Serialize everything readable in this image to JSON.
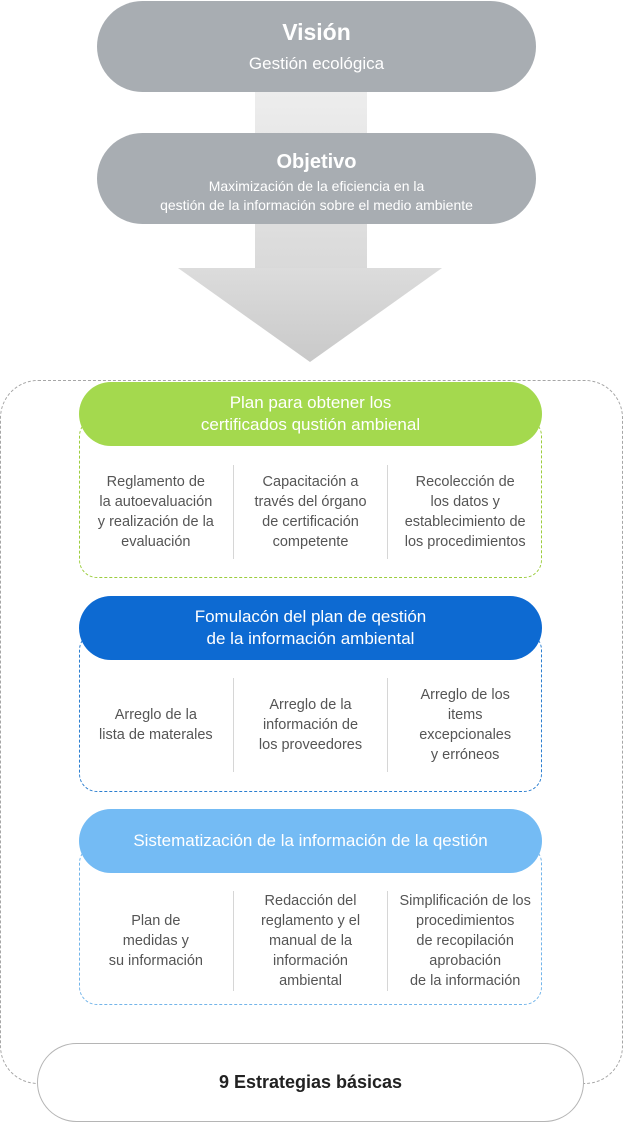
{
  "vision": {
    "title": "Visión",
    "subtitle": "Gestión ecológica"
  },
  "objective": {
    "title": "Objetivo",
    "lines": [
      "Maximización de la eficiencia en la",
      "qestión de la información sobre el medio ambiente"
    ]
  },
  "groups": [
    {
      "color": "#a4d94e",
      "title_lines": [
        "Plan para obtener los",
        "certificados qustión ambienal"
      ],
      "items": [
        [
          "Reglamento de",
          "la autoevaluación",
          "y realización de la",
          "evaluación"
        ],
        [
          "Capacitación a",
          "través del órgano",
          "de certificación",
          "competente"
        ],
        [
          "Recolección de",
          "los datos y",
          "establecimiento de",
          "los procedimientos"
        ]
      ]
    },
    {
      "color": "#0d6ad2",
      "title_lines": [
        "Fomulacón del plan de qestión",
        "de la información ambiental"
      ],
      "items": [
        [
          "Arreglo de la",
          "lista de materales"
        ],
        [
          "Arreglo de la",
          "información de",
          "los proveedores"
        ],
        [
          "Arreglo de los",
          "items",
          "excepcionales",
          "y erróneos"
        ]
      ]
    },
    {
      "color": "#74bbf4",
      "title_lines": [
        "Sistematización de la información de la qestión"
      ],
      "items": [
        [
          "Plan de",
          "medidas y",
          "su información"
        ],
        [
          "Redacción del",
          "reglamento y el",
          "manual de la",
          "información",
          "ambiental"
        ],
        [
          "Simplificación de los",
          "procedimientos",
          "de recopilación",
          "aprobación",
          "de la información"
        ]
      ]
    }
  ],
  "basic": {
    "label": "9 Estrategias básicas"
  }
}
